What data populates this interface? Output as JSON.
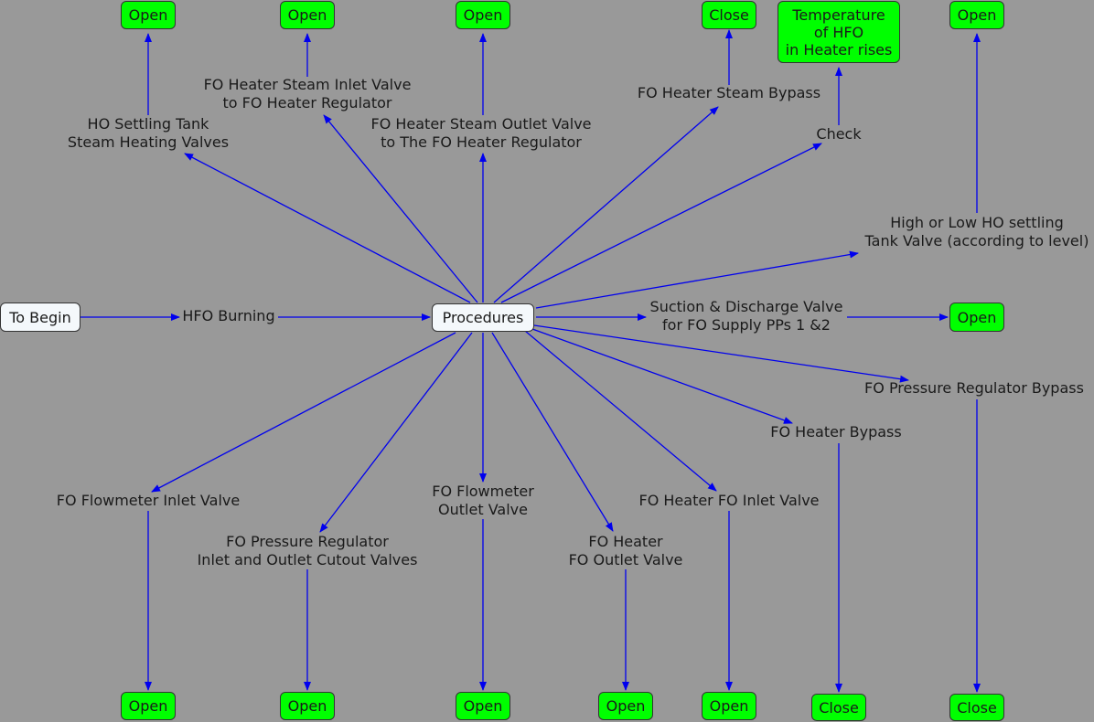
{
  "colors": {
    "background": "#999999",
    "action_box": "#00ff00",
    "start_box": "#f4f8fb",
    "arrow": "#0000ee"
  },
  "nodes": {
    "to_begin": "To Begin",
    "hfo_burning": "HFO Burning",
    "procedures": "Procedures",
    "ho_settling_steam": "HO Settling Tank\nSteam Heating Valves",
    "fo_heater_steam_inlet": "FO Heater Steam Inlet Valve\nto FO Heater Regulator",
    "fo_heater_steam_outlet": "FO Heater Steam Outlet Valve\nto The FO Heater Regulator",
    "fo_heater_steam_bypass": "FO Heater Steam Bypass",
    "check": "Check",
    "high_low_tank_valve": "High or Low HO settling\nTank Valve (according to level)",
    "suction_discharge": "Suction & Discharge Valve\nfor FO Supply PPs 1 &2",
    "pressure_reg_bypass": "FO Pressure Regulator Bypass",
    "heater_bypass": "FO Heater Bypass",
    "flowmeter_inlet": "FO Flowmeter Inlet Valve",
    "pressure_reg_cutout": "FO Pressure Regulator\nInlet and Outlet Cutout Valves",
    "flowmeter_outlet": "FO Flowmeter\nOutlet Valve",
    "heater_fo_outlet": "FO Heater\nFO Outlet Valve",
    "heater_fo_inlet": "FO Heater FO Inlet Valve"
  },
  "actions": {
    "top_ho_settling": "Open",
    "top_steam_inlet": "Open",
    "top_steam_outlet": "Open",
    "top_steam_bypass": "Close",
    "temperature": "Temperature\nof HFO\nin Heater rises",
    "top_tank_valve": "Open",
    "suction_discharge": "Open",
    "bottom_flowmeter_inlet": "Open",
    "bottom_pressure_reg": "Open",
    "bottom_flowmeter_outlet": "Open",
    "bottom_heater_outlet": "Open",
    "bottom_heater_inlet": "Open",
    "bottom_heater_bypass": "Close",
    "bottom_pressure_bypass": "Close"
  }
}
